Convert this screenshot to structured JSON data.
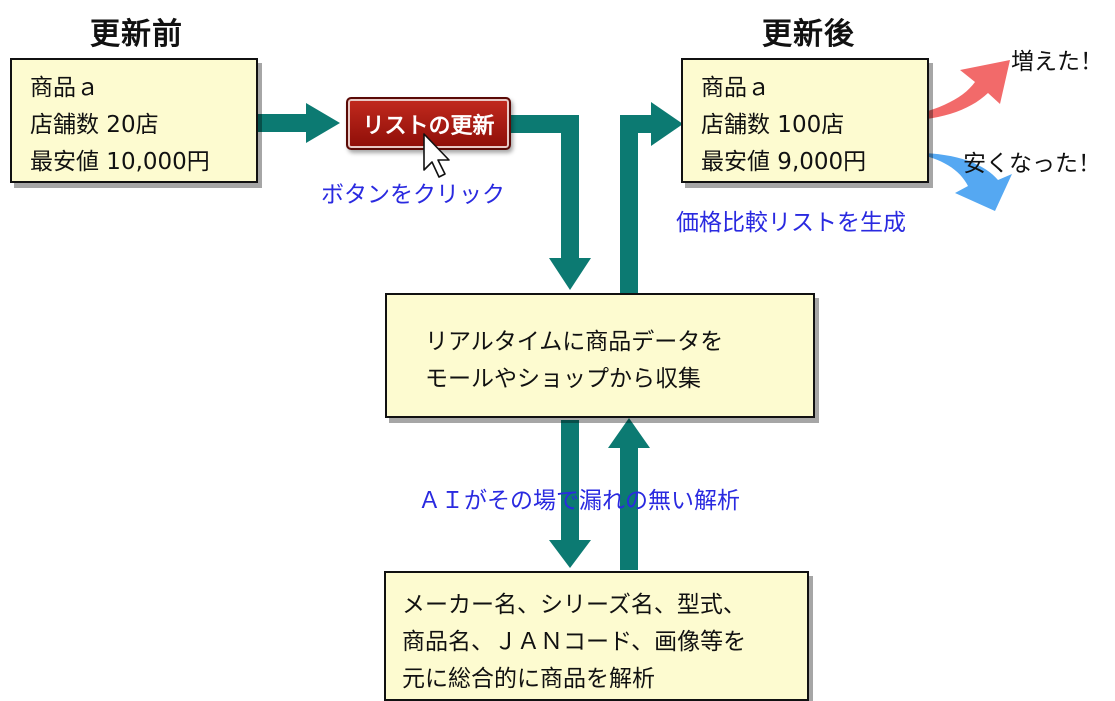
{
  "headings": {
    "before": "更新前",
    "after": "更新後"
  },
  "before_box": {
    "product": "商品ａ",
    "stores": "店舗数  20店",
    "lowest": "最安値  10,000円"
  },
  "after_box": {
    "product": "商品ａ",
    "stores": "店舗数   100店",
    "lowest": "最安値   9,000円"
  },
  "update_button": {
    "label": "リストの更新"
  },
  "labels": {
    "click": "ボタンをクリック",
    "generate": "価格比較リストを生成",
    "ai": "ＡＩがその場で漏れの無い解析",
    "increased": "増えた！",
    "cheaper": "安くなった！"
  },
  "collect_box": {
    "line1": "リアルタイムに商品データを",
    "line2": "モールやショップから収集"
  },
  "analyze_box": {
    "line1": "メーカー名、シリーズ名、型式、",
    "line2": "商品名、ＪＡＮコード、画像等を",
    "line3": "元に総合的に商品を解析"
  },
  "colors": {
    "arrow": "#0c7a72",
    "box_fill": "#fdfbd0",
    "label_blue": "#2a2ae0",
    "button_red": "#a8160e",
    "up_arrow": "#f26a6a",
    "down_arrow": "#55a8f2"
  },
  "icons": {
    "cursor": "mouse-pointer-icon",
    "up": "up-curved-arrow-icon",
    "down": "down-curved-arrow-icon"
  }
}
